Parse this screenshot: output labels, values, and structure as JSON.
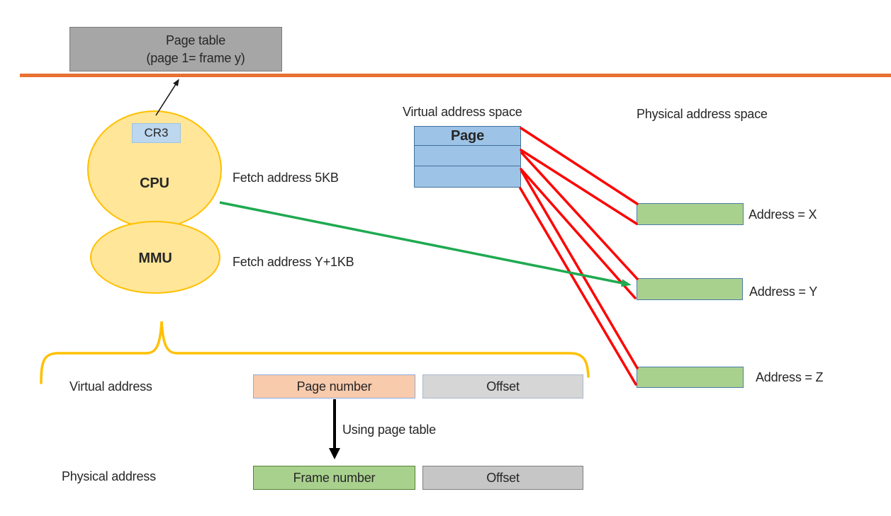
{
  "diagram": {
    "page_table": {
      "line1": "Page table",
      "line2": "(page 1= frame y)"
    },
    "cpu": {
      "label": "CPU",
      "register_label": "CR3",
      "fetch_annotation": "Fetch address 5KB"
    },
    "mmu": {
      "label": "MMU",
      "fetch_annotation": "Fetch address Y+1KB"
    },
    "virtual_space": {
      "title": "Virtual address space",
      "page_label": "Page"
    },
    "physical_space": {
      "title": "Physical address space",
      "frames": [
        {
          "label": "Address = X"
        },
        {
          "label": "Address = Y"
        },
        {
          "label": "Address = Z"
        }
      ]
    },
    "address_breakdown": {
      "virtual_row_label": "Virtual address",
      "page_number_label": "Page number",
      "virtual_offset_label": "Offset",
      "arrow_caption": "Using page table",
      "physical_row_label": "Physical address",
      "frame_number_label": "Frame number",
      "physical_offset_label": "Offset"
    },
    "colors": {
      "orange_divider": "#E97132",
      "cpu_mmu_fill": "#FFE699",
      "cpu_mmu_border": "#FFC000",
      "brace": "#FFC000",
      "red_mapping_line": "#FF0000",
      "green_arrow": "#1FAA50",
      "virtual_page_fill": "#9DC3E6",
      "virtual_page_border": "#41719C",
      "physical_frame_fill": "#A9D18E",
      "page_table_fill": "#A6A6A6",
      "page_number_fill": "#F8CBAD",
      "cr3_fill": "#BDD7EE"
    }
  }
}
